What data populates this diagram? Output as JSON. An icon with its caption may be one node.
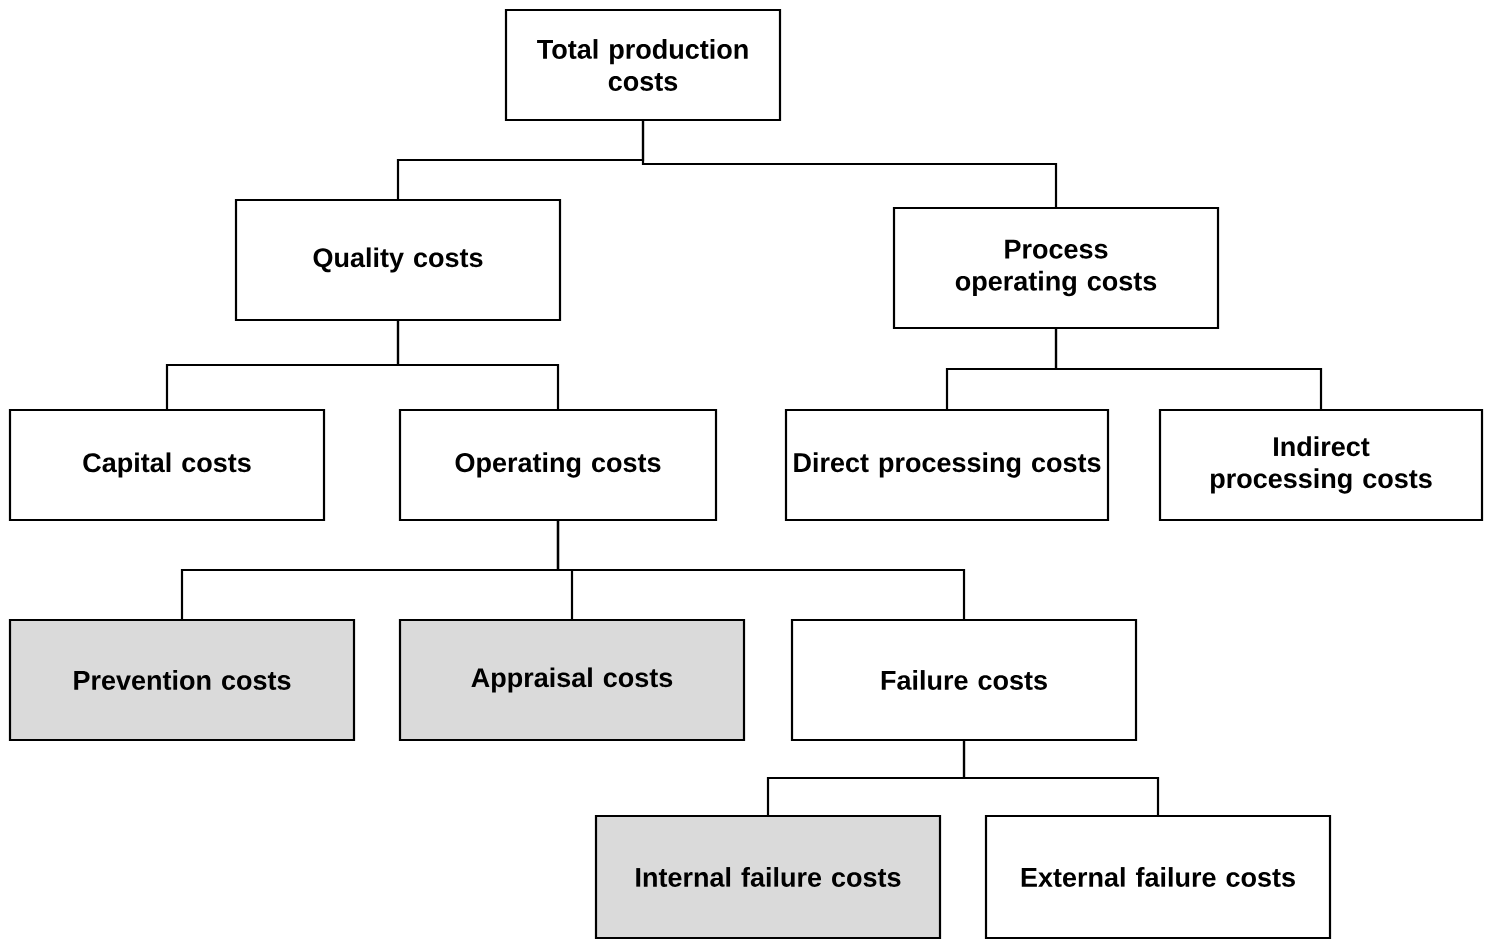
{
  "diagram": {
    "nodes": [
      {
        "text": [
          "Total production costs"
        ]
      },
      {
        "text": [
          "Quality costs"
        ]
      },
      {
        "text": [
          "Process operating costs"
        ]
      },
      {
        "text": [
          "Capital costs"
        ]
      },
      {
        "text": [
          "Operating costs"
        ]
      },
      {
        "text": [
          "Direct processing costs"
        ]
      },
      {
        "text": [
          "Indirect processing costs"
        ]
      },
      {
        "text": [
          "Prevention costs"
        ]
      },
      {
        "text": [
          "Appraisal costs"
        ]
      },
      {
        "text": [
          "Failure costs"
        ]
      },
      {
        "text": [
          "Internal failure costs"
        ]
      },
      {
        "text": [
          "External failure costs"
        ]
      }
    ],
    "edges": [
      {
        "from": 0,
        "to": 1,
        "arrow": "none"
      },
      {
        "from": 0,
        "to": 2,
        "arrow": "none"
      },
      {
        "from": 1,
        "to": 3,
        "arrow": "none"
      },
      {
        "from": 1,
        "to": 4,
        "arrow": "none"
      },
      {
        "from": 2,
        "to": 5,
        "arrow": "none"
      },
      {
        "from": 2,
        "to": 6,
        "arrow": "none"
      },
      {
        "from": 4,
        "to": 7,
        "arrow": "none"
      },
      {
        "from": 4,
        "to": 8,
        "arrow": "none"
      },
      {
        "from": 4,
        "to": 9,
        "arrow": "none"
      },
      {
        "from": 9,
        "to": 10,
        "arrow": "none"
      },
      {
        "from": 9,
        "to": 11,
        "arrow": "none"
      }
    ]
  }
}
